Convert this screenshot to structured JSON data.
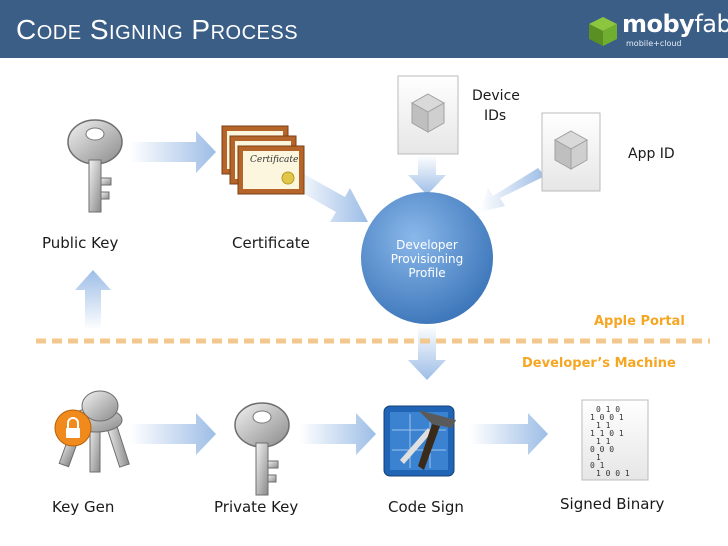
{
  "header": {
    "title": "Code Signing Process",
    "logo": {
      "word_bold": "moby",
      "word_regular": "fab",
      "tagline": "mobile+cloud"
    }
  },
  "labels": {
    "public_key": "Public Key",
    "certificate": "Certificate",
    "device_ids_line1": "Device",
    "device_ids_line2": "IDs",
    "app_id": "App ID",
    "profile_line1": "Developer",
    "profile_line2": "Provisioning",
    "profile_line3": "Profile",
    "apple_portal": "Apple Portal",
    "developers_machine": "Developer’s Machine",
    "key_gen": "Key Gen",
    "private_key": "Private Key",
    "code_sign": "Code Sign",
    "signed_binary": "Signed Binary"
  },
  "certificate_image": {
    "script_title": "Certificate"
  },
  "binary_image": {
    "digits": [
      "0 1 0",
      "1 0 0 1",
      "1 1",
      "1 1 0 1",
      "1 1",
      "0 0 0",
      "1",
      "0 1",
      "1 0 0 1"
    ]
  },
  "colors": {
    "header_bg": "#3b5e86",
    "arrow": "#a8c4e8",
    "circle": "#4a86c8",
    "accent": "#f5a623"
  }
}
